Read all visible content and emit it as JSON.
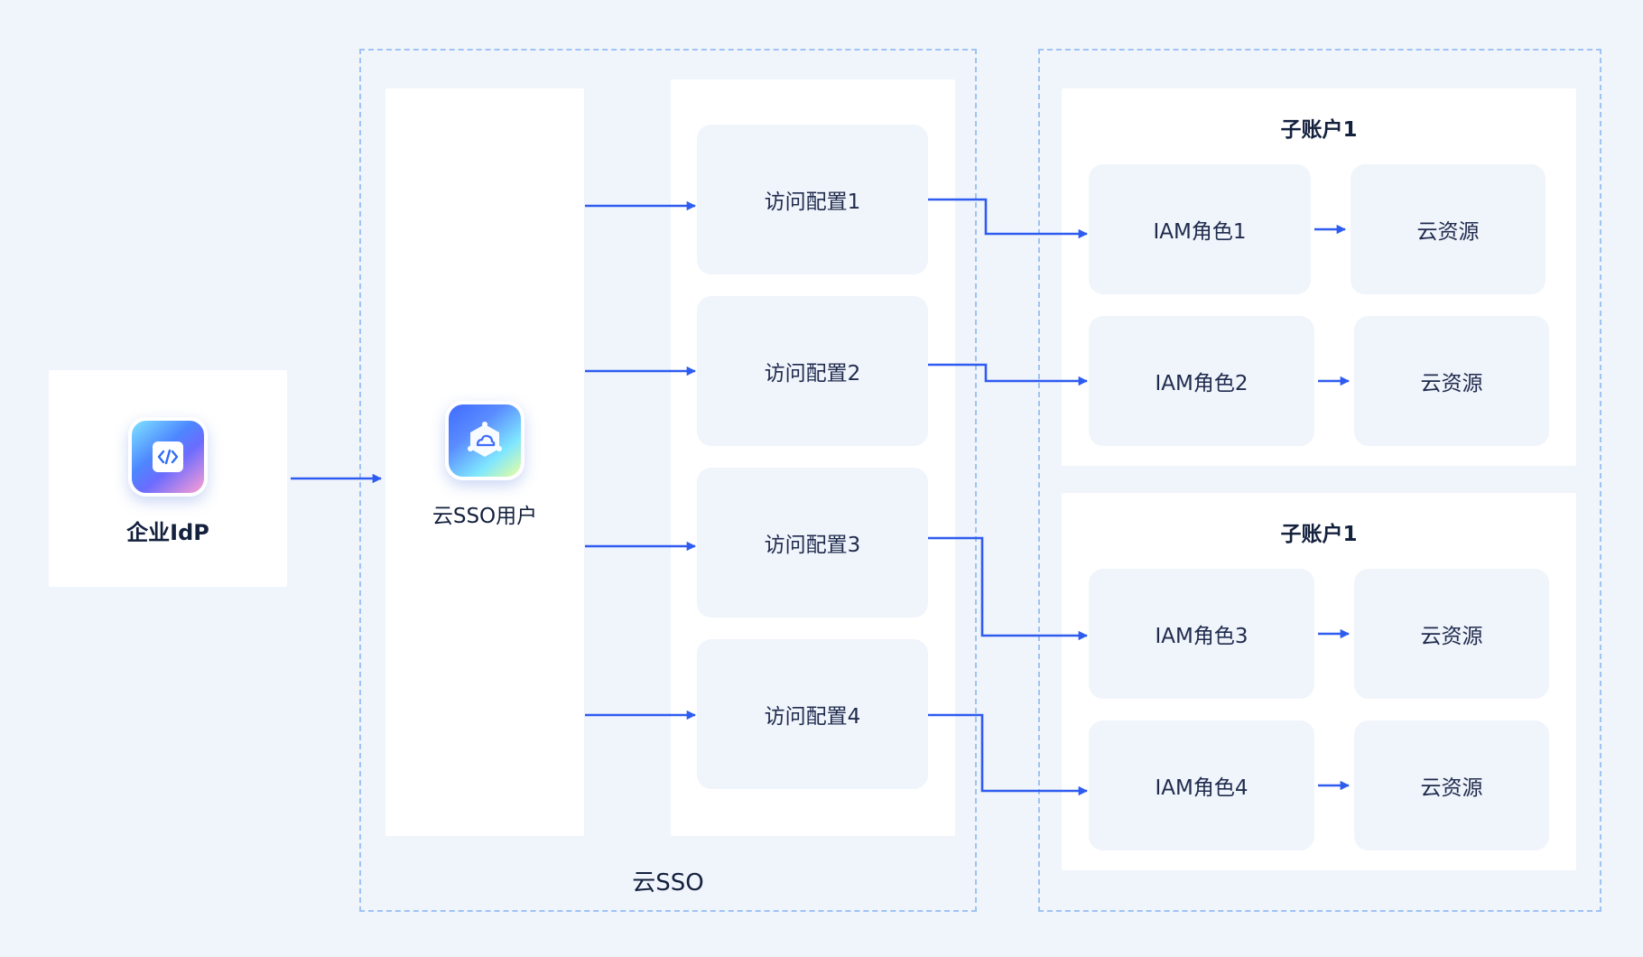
{
  "colors": {
    "background": "#f0f4fb",
    "card": "#f0f4fb",
    "panel": "#ffffff",
    "dashed_border": "#9fc3f4",
    "arrow": "#2f5cf0",
    "text": "#1f2b4d"
  },
  "idp": {
    "label": "企业IdP",
    "icon": "code-icon"
  },
  "sso": {
    "group_label": "云SSO",
    "user_label": "云SSO用户",
    "user_icon": "cloud-sso-icon",
    "access_configs": [
      "访问配置1",
      "访问配置2",
      "访问配置3",
      "访问配置4"
    ]
  },
  "accounts": [
    {
      "title": "子账户1",
      "rows": [
        {
          "role": "IAM角色1",
          "resource": "云资源"
        },
        {
          "role": "IAM角色2",
          "resource": "云资源"
        }
      ]
    },
    {
      "title": "子账户1",
      "rows": [
        {
          "role": "IAM角色3",
          "resource": "云资源"
        },
        {
          "role": "IAM角色4",
          "resource": "云资源"
        }
      ]
    }
  ]
}
